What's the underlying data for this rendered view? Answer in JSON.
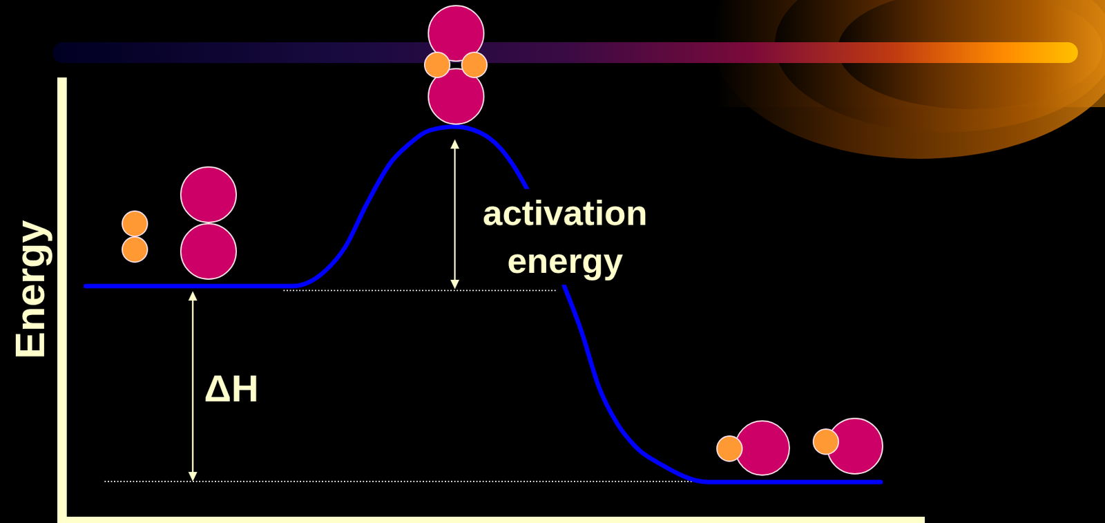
{
  "diagram": {
    "labels": [
      "Energy",
      "activation energy",
      "ΔH"
    ]
  }
}
